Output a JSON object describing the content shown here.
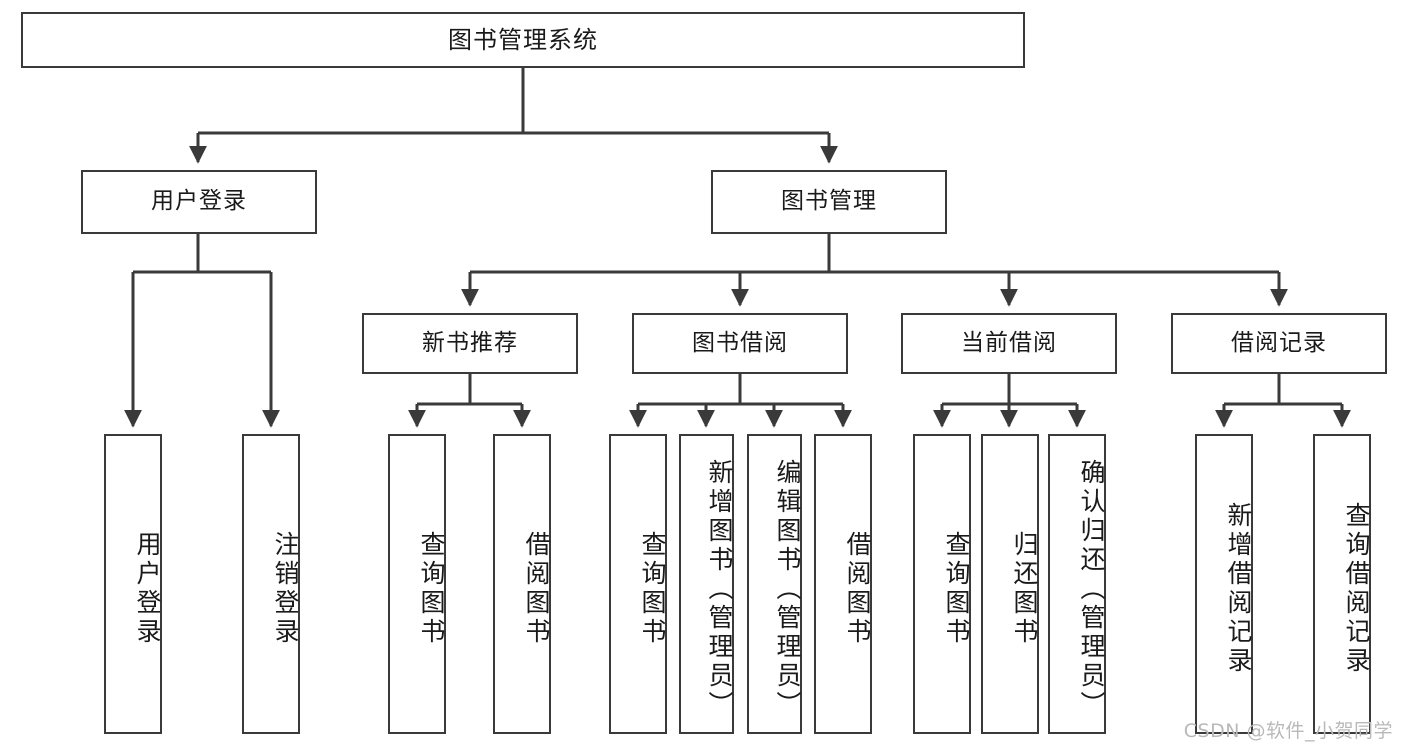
{
  "diagram": {
    "type": "tree-hierarchy-diagram",
    "title": "图书管理系统",
    "root": {
      "id": "root",
      "label": "图书管理系统"
    },
    "level2": [
      {
        "id": "user-login",
        "label": "用户登录"
      },
      {
        "id": "book-manage",
        "label": "图书管理"
      }
    ],
    "level3": [
      {
        "id": "new-book-recommend",
        "label": "新书推荐",
        "parent": "book-manage"
      },
      {
        "id": "book-borrow",
        "label": "图书借阅",
        "parent": "book-manage"
      },
      {
        "id": "current-borrow",
        "label": "当前借阅",
        "parent": "book-manage"
      },
      {
        "id": "borrow-record",
        "label": "借阅记录",
        "parent": "book-manage"
      }
    ],
    "leaves": [
      {
        "id": "leaf-user-login",
        "label": "用户登录",
        "parent": "user-login"
      },
      {
        "id": "leaf-logout-login",
        "label": "注销登录",
        "parent": "user-login"
      },
      {
        "id": "leaf-query-book-1",
        "label": "查询图书",
        "parent": "new-book-recommend"
      },
      {
        "id": "leaf-borrow-book-1",
        "label": "借阅图书",
        "parent": "new-book-recommend"
      },
      {
        "id": "leaf-query-book-2",
        "label": "查询图书",
        "parent": "book-borrow"
      },
      {
        "id": "leaf-add-book",
        "label": "新增图书（管理员）",
        "parent": "book-borrow"
      },
      {
        "id": "leaf-edit-book",
        "label": "编辑图书（管理员）",
        "parent": "book-borrow"
      },
      {
        "id": "leaf-borrow-book-2",
        "label": "借阅图书",
        "parent": "book-borrow"
      },
      {
        "id": "leaf-query-book-3",
        "label": "查询图书",
        "parent": "current-borrow"
      },
      {
        "id": "leaf-return-book",
        "label": "归还图书",
        "parent": "current-borrow"
      },
      {
        "id": "leaf-confirm-return",
        "label": "确认归还（管理员）",
        "parent": "current-borrow"
      },
      {
        "id": "leaf-add-record",
        "label": "新增借阅记录",
        "parent": "borrow-record"
      },
      {
        "id": "leaf-query-record",
        "label": "查询借阅记录",
        "parent": "borrow-record"
      }
    ],
    "colors": {
      "stroke": "#3a3a3a",
      "fill": "#ffffff",
      "text": "#1a1a1a",
      "watermark": "#b9b9b9"
    }
  },
  "watermark": {
    "text": "CSDN @软件_小贺同学"
  }
}
